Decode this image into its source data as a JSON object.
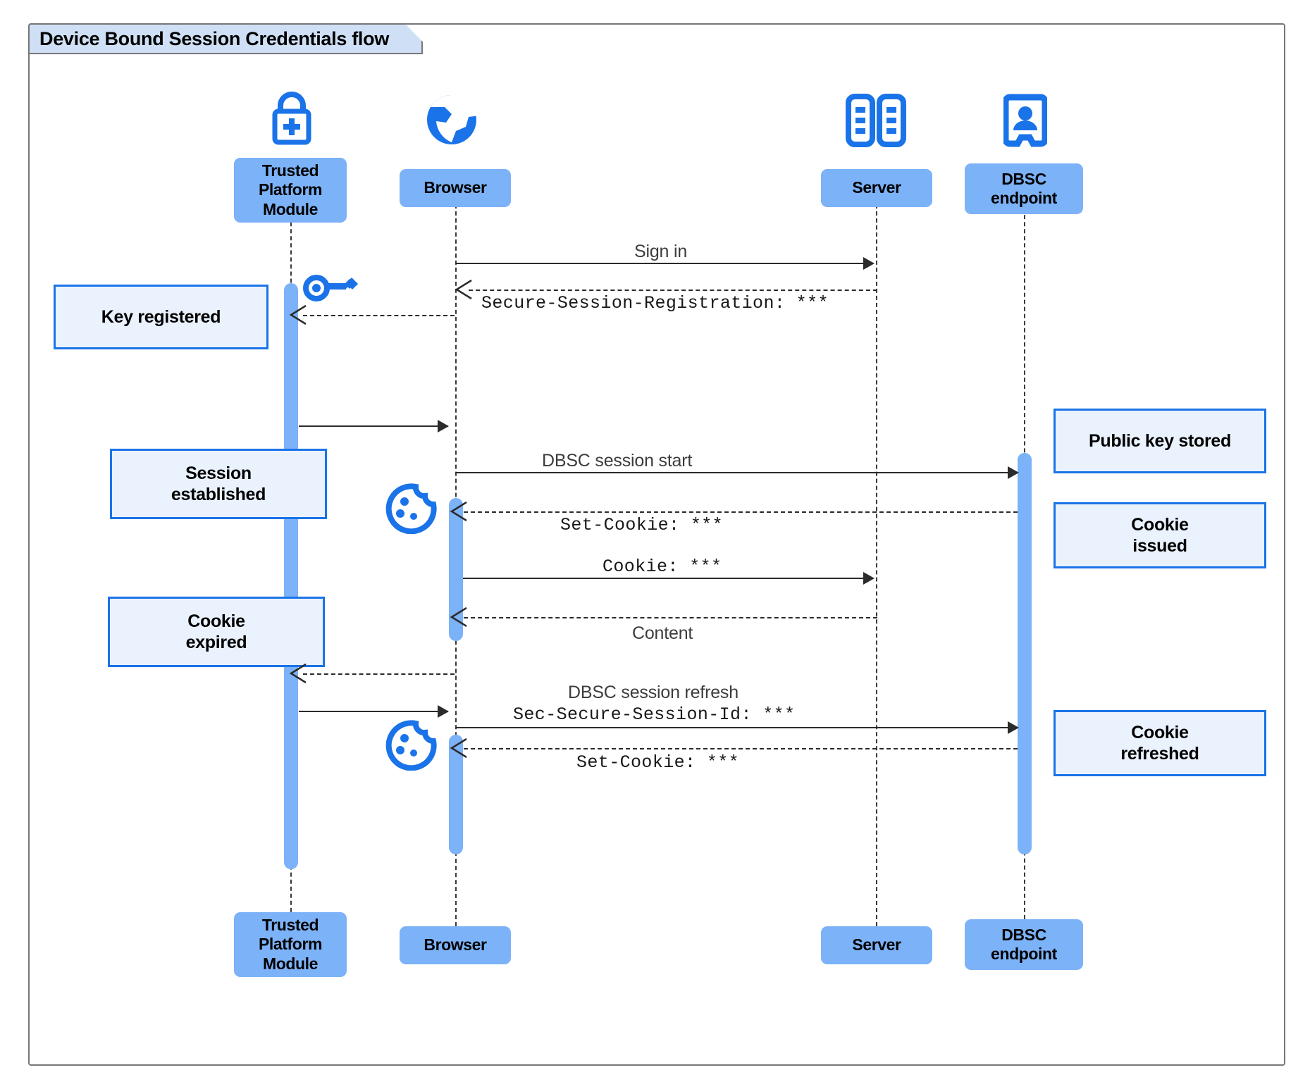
{
  "diagram": {
    "title": "Device Bound Session Credentials flow",
    "type": "uml-sequence-diagram",
    "colors": {
      "frame_border": "#777777",
      "title_fill": "#cfe0f6",
      "participant_fill": "#7cb2f7",
      "activation_fill": "#7cb2f7",
      "note_fill": "#eaf2fd",
      "note_border": "#1a73e8",
      "icon_blue": "#1a73e8",
      "line": "#2b2b2b"
    }
  },
  "participants": [
    {
      "id": "tpm",
      "label": "Trusted\nPlatform\nModule",
      "icon": "lock-plus-icon"
    },
    {
      "id": "browser",
      "label": "Browser",
      "icon": "globe-icon"
    },
    {
      "id": "server",
      "label": "Server",
      "icon": "server-rack-icon"
    },
    {
      "id": "dbsc",
      "label": "DBSC\nendpoint",
      "icon": "id-badge-icon"
    }
  ],
  "footers": [
    {
      "id": "tpm",
      "label": "Trusted\nPlatform\nModule"
    },
    {
      "id": "browser",
      "label": "Browser"
    },
    {
      "id": "server",
      "label": "Server"
    },
    {
      "id": "dbsc",
      "label": "DBSC\nendpoint"
    }
  ],
  "messages": [
    {
      "id": "m1",
      "from": "browser",
      "to": "server",
      "label": "Sign in",
      "style": "solid",
      "font": "sans"
    },
    {
      "id": "m2",
      "from": "server",
      "to": "browser",
      "label": "Secure-Session-Registration: ***",
      "style": "dashed",
      "font": "mono"
    },
    {
      "id": "m3",
      "from": "browser",
      "to": "tpm",
      "label": "",
      "style": "dashed",
      "font": "mono"
    },
    {
      "id": "m4",
      "from": "tpm",
      "to": "browser",
      "label": "",
      "style": "solid",
      "font": "sans"
    },
    {
      "id": "m5",
      "from": "browser",
      "to": "dbsc",
      "label": "DBSC session start",
      "style": "solid",
      "font": "sans"
    },
    {
      "id": "m6",
      "from": "dbsc",
      "to": "browser",
      "label": "Set-Cookie: ***",
      "style": "dashed",
      "font": "mono"
    },
    {
      "id": "m7",
      "from": "browser",
      "to": "server",
      "label": "Cookie: ***",
      "style": "solid",
      "font": "mono"
    },
    {
      "id": "m8",
      "from": "server",
      "to": "browser",
      "label": "Content",
      "style": "dashed",
      "font": "sans"
    },
    {
      "id": "m9",
      "from": "browser",
      "to": "tpm",
      "label": "",
      "style": "dashed",
      "font": "mono"
    },
    {
      "id": "m10",
      "from": "tpm",
      "to": "browser",
      "label": "",
      "style": "solid",
      "font": "sans"
    },
    {
      "id": "m11",
      "from": "browser",
      "to": "dbsc",
      "label_line1": "DBSC session refresh",
      "label_line2": "Sec-Secure-Session-Id: ***",
      "style": "solid"
    },
    {
      "id": "m12",
      "from": "dbsc",
      "to": "browser",
      "label": "Set-Cookie: ***",
      "style": "dashed",
      "font": "mono"
    }
  ],
  "notes": [
    {
      "id": "n1",
      "text": "Key registered",
      "side": "left"
    },
    {
      "id": "n2",
      "text": "Session\nestablished",
      "side": "left"
    },
    {
      "id": "n3",
      "text": "Cookie\nexpired",
      "side": "left"
    },
    {
      "id": "n4",
      "text": "Public key stored",
      "side": "right"
    },
    {
      "id": "n5",
      "text": "Cookie\nissued",
      "side": "right"
    },
    {
      "id": "n6",
      "text": "Cookie\nrefreshed",
      "side": "right"
    }
  ],
  "inline_icons": [
    {
      "id": "key1",
      "name": "key-icon",
      "near": "tpm"
    },
    {
      "id": "cookie1",
      "name": "cookie-icon",
      "near": "browser"
    },
    {
      "id": "cookie2",
      "name": "cookie-icon",
      "near": "browser"
    }
  ]
}
